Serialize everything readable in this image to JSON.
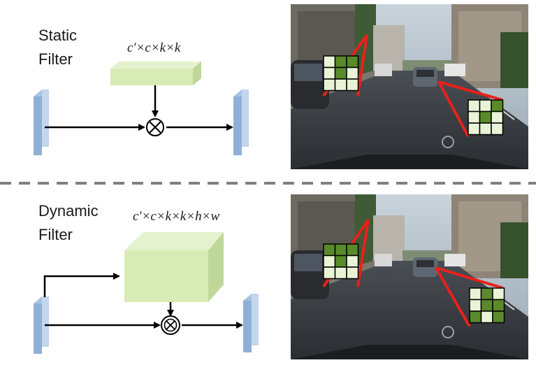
{
  "static_panel": {
    "title_line1": "Static",
    "title_line2": "Filter",
    "formula": "c′×c×k×k"
  },
  "dynamic_panel": {
    "title_line1": "Dynamic",
    "title_line2": "Filter",
    "formula": "c′×c×k×k×h×w"
  },
  "filter_grids": {
    "static_left": [
      [
        0,
        1,
        1
      ],
      [
        0,
        1,
        0
      ],
      [
        0,
        0,
        0
      ]
    ],
    "static_right": [
      [
        0,
        0,
        1
      ],
      [
        0,
        1,
        0
      ],
      [
        0,
        0,
        0
      ]
    ],
    "dynamic_left": [
      [
        1,
        1,
        1
      ],
      [
        0,
        1,
        0
      ],
      [
        0,
        0,
        0
      ]
    ],
    "dynamic_right": [
      [
        0,
        1,
        0
      ],
      [
        0,
        1,
        1
      ],
      [
        1,
        0,
        1
      ]
    ]
  },
  "colors": {
    "feature_map": "#8fb0d6",
    "filter_box": "#d8ebb5",
    "grid_on": "#5a8a2a",
    "grid_off": "#e9f3d6",
    "pointer_line": "#e8211b",
    "divider": "#808080"
  }
}
